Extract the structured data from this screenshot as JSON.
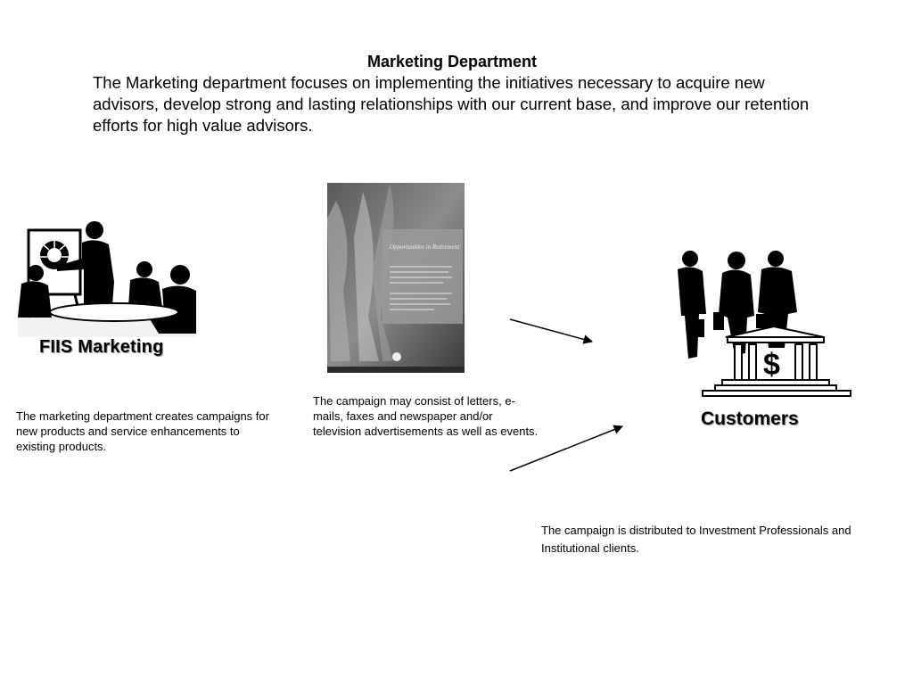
{
  "slide": {
    "title": "Marketing Department",
    "intro": "The Marketing department focuses on implementing the initiatives necessary to acquire new advisors, develop strong and lasting relationships with our current base, and improve our retention efforts for high value advisors."
  },
  "marketing": {
    "label": "FIIS Marketing",
    "caption": "The marketing department creates campaigns for new products and  service enhancements to existing products."
  },
  "campaign": {
    "brochure_title": "Opportunities in Retirement",
    "caption": "The campaign may consist of letters, e-mails, faxes and newspaper and/or television advertisements as well as events."
  },
  "customers": {
    "label": "Customers",
    "caption": "The campaign is distributed to Investment Professionals and Institutional clients."
  }
}
